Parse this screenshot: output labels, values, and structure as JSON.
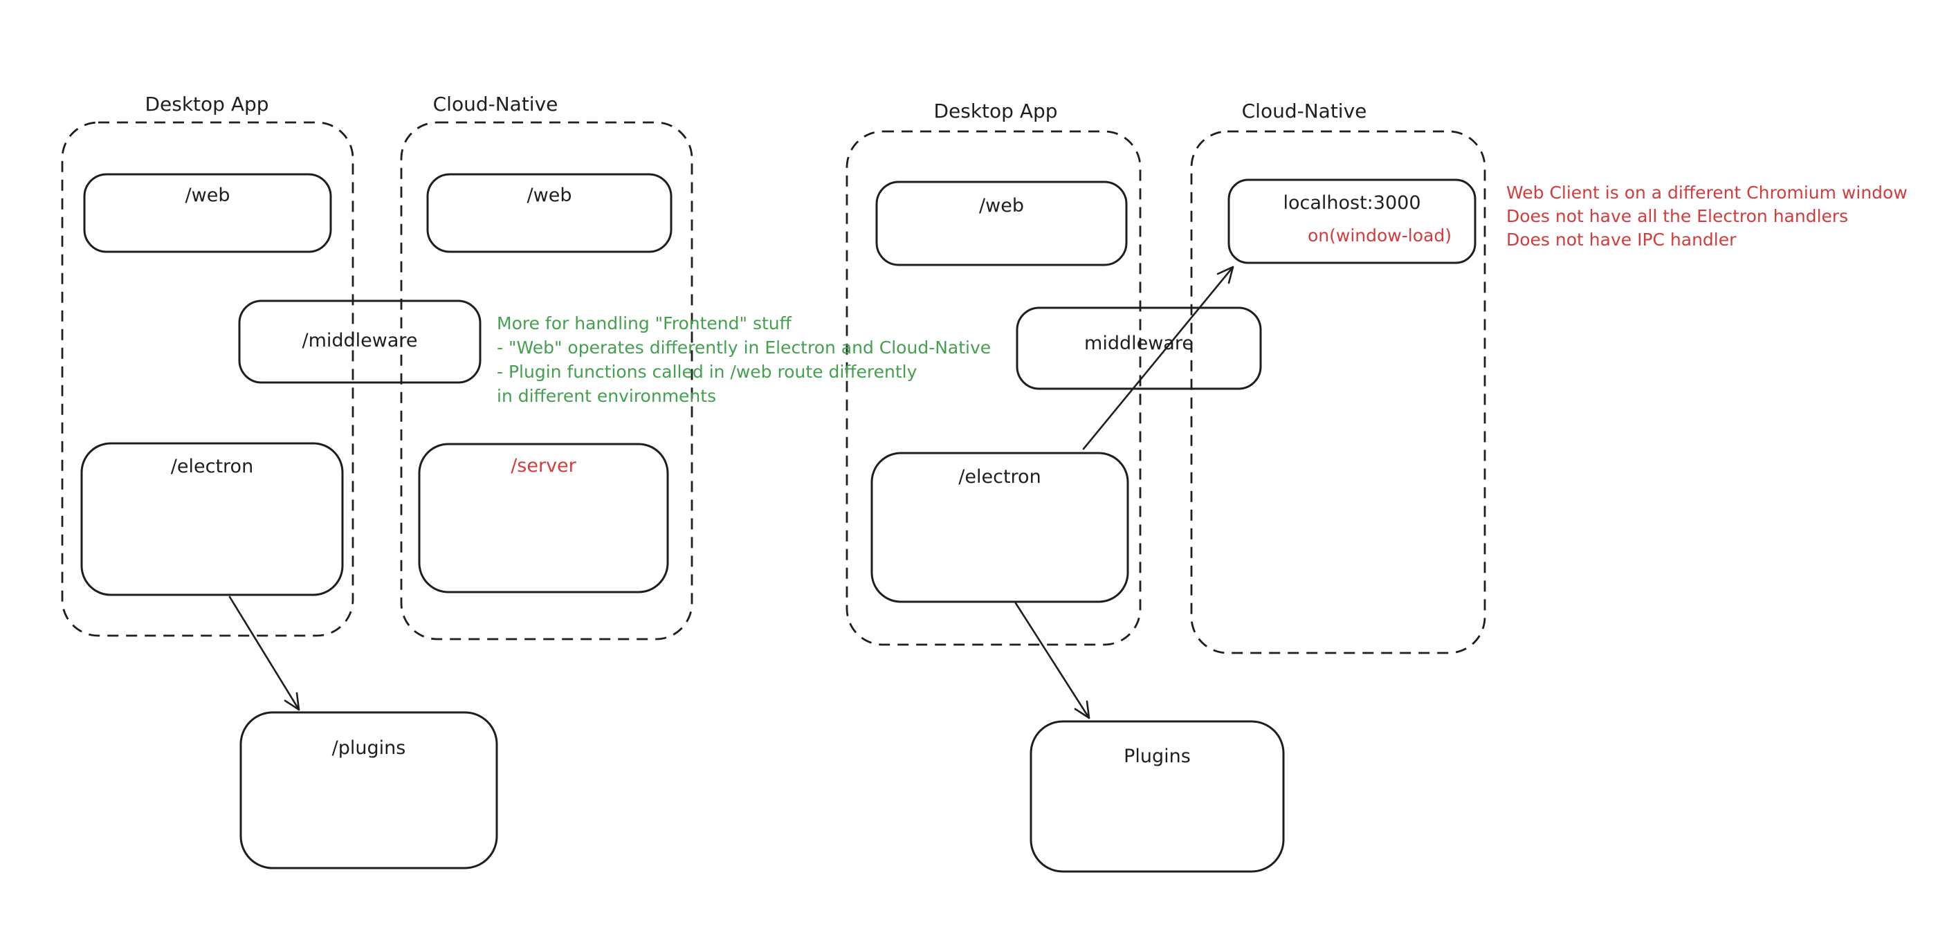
{
  "colors": {
    "ink": "#1e1e1e",
    "annotation_green": "#44a04f",
    "annotation_red": "#d23c3c",
    "background": "#ffffff"
  },
  "left_diagram": {
    "desktop_group": {
      "label": "Desktop App",
      "web_box": "/web",
      "electron_box": "/electron"
    },
    "cloud_group": {
      "label": "Cloud-Native",
      "web_box": "/web",
      "server_box": "/server"
    },
    "middleware_box": "/middleware",
    "plugins_box": "/plugins"
  },
  "right_diagram": {
    "desktop_group": {
      "label": "Desktop App",
      "web_box": "/web",
      "electron_box": "/electron"
    },
    "cloud_group": {
      "label": "Cloud-Native",
      "localhost_box": "localhost:3000",
      "window_load_handler": "on(window-load)"
    },
    "middleware_box": "middleware",
    "plugins_box": "Plugins"
  },
  "annotations": {
    "middleware_note": {
      "color": "#44a04f",
      "lines": [
        "More for handling \"Frontend\" stuff",
        "- \"Web\" operates differently in Electron and Cloud-Native",
        "- Plugin functions called in /web route differently",
        "in different environments"
      ]
    },
    "web_client_note": {
      "color": "#d23c3c",
      "lines": [
        "Web Client is on a different Chromium window",
        "Does not have all the Electron handlers",
        "Does not have IPC handler"
      ]
    }
  }
}
